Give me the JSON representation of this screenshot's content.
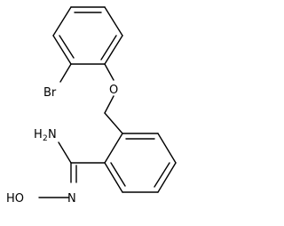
{
  "molecule": {
    "atoms": {
      "bromine": "Br",
      "ether_oxygen": "O",
      "amine": {
        "main": "H",
        "subscript": "2",
        "tail": "N"
      },
      "oxime": "HO",
      "imine_n": "N"
    },
    "colors": {
      "bond": "#000000",
      "label": "#000000",
      "background": "#ffffff"
    }
  }
}
